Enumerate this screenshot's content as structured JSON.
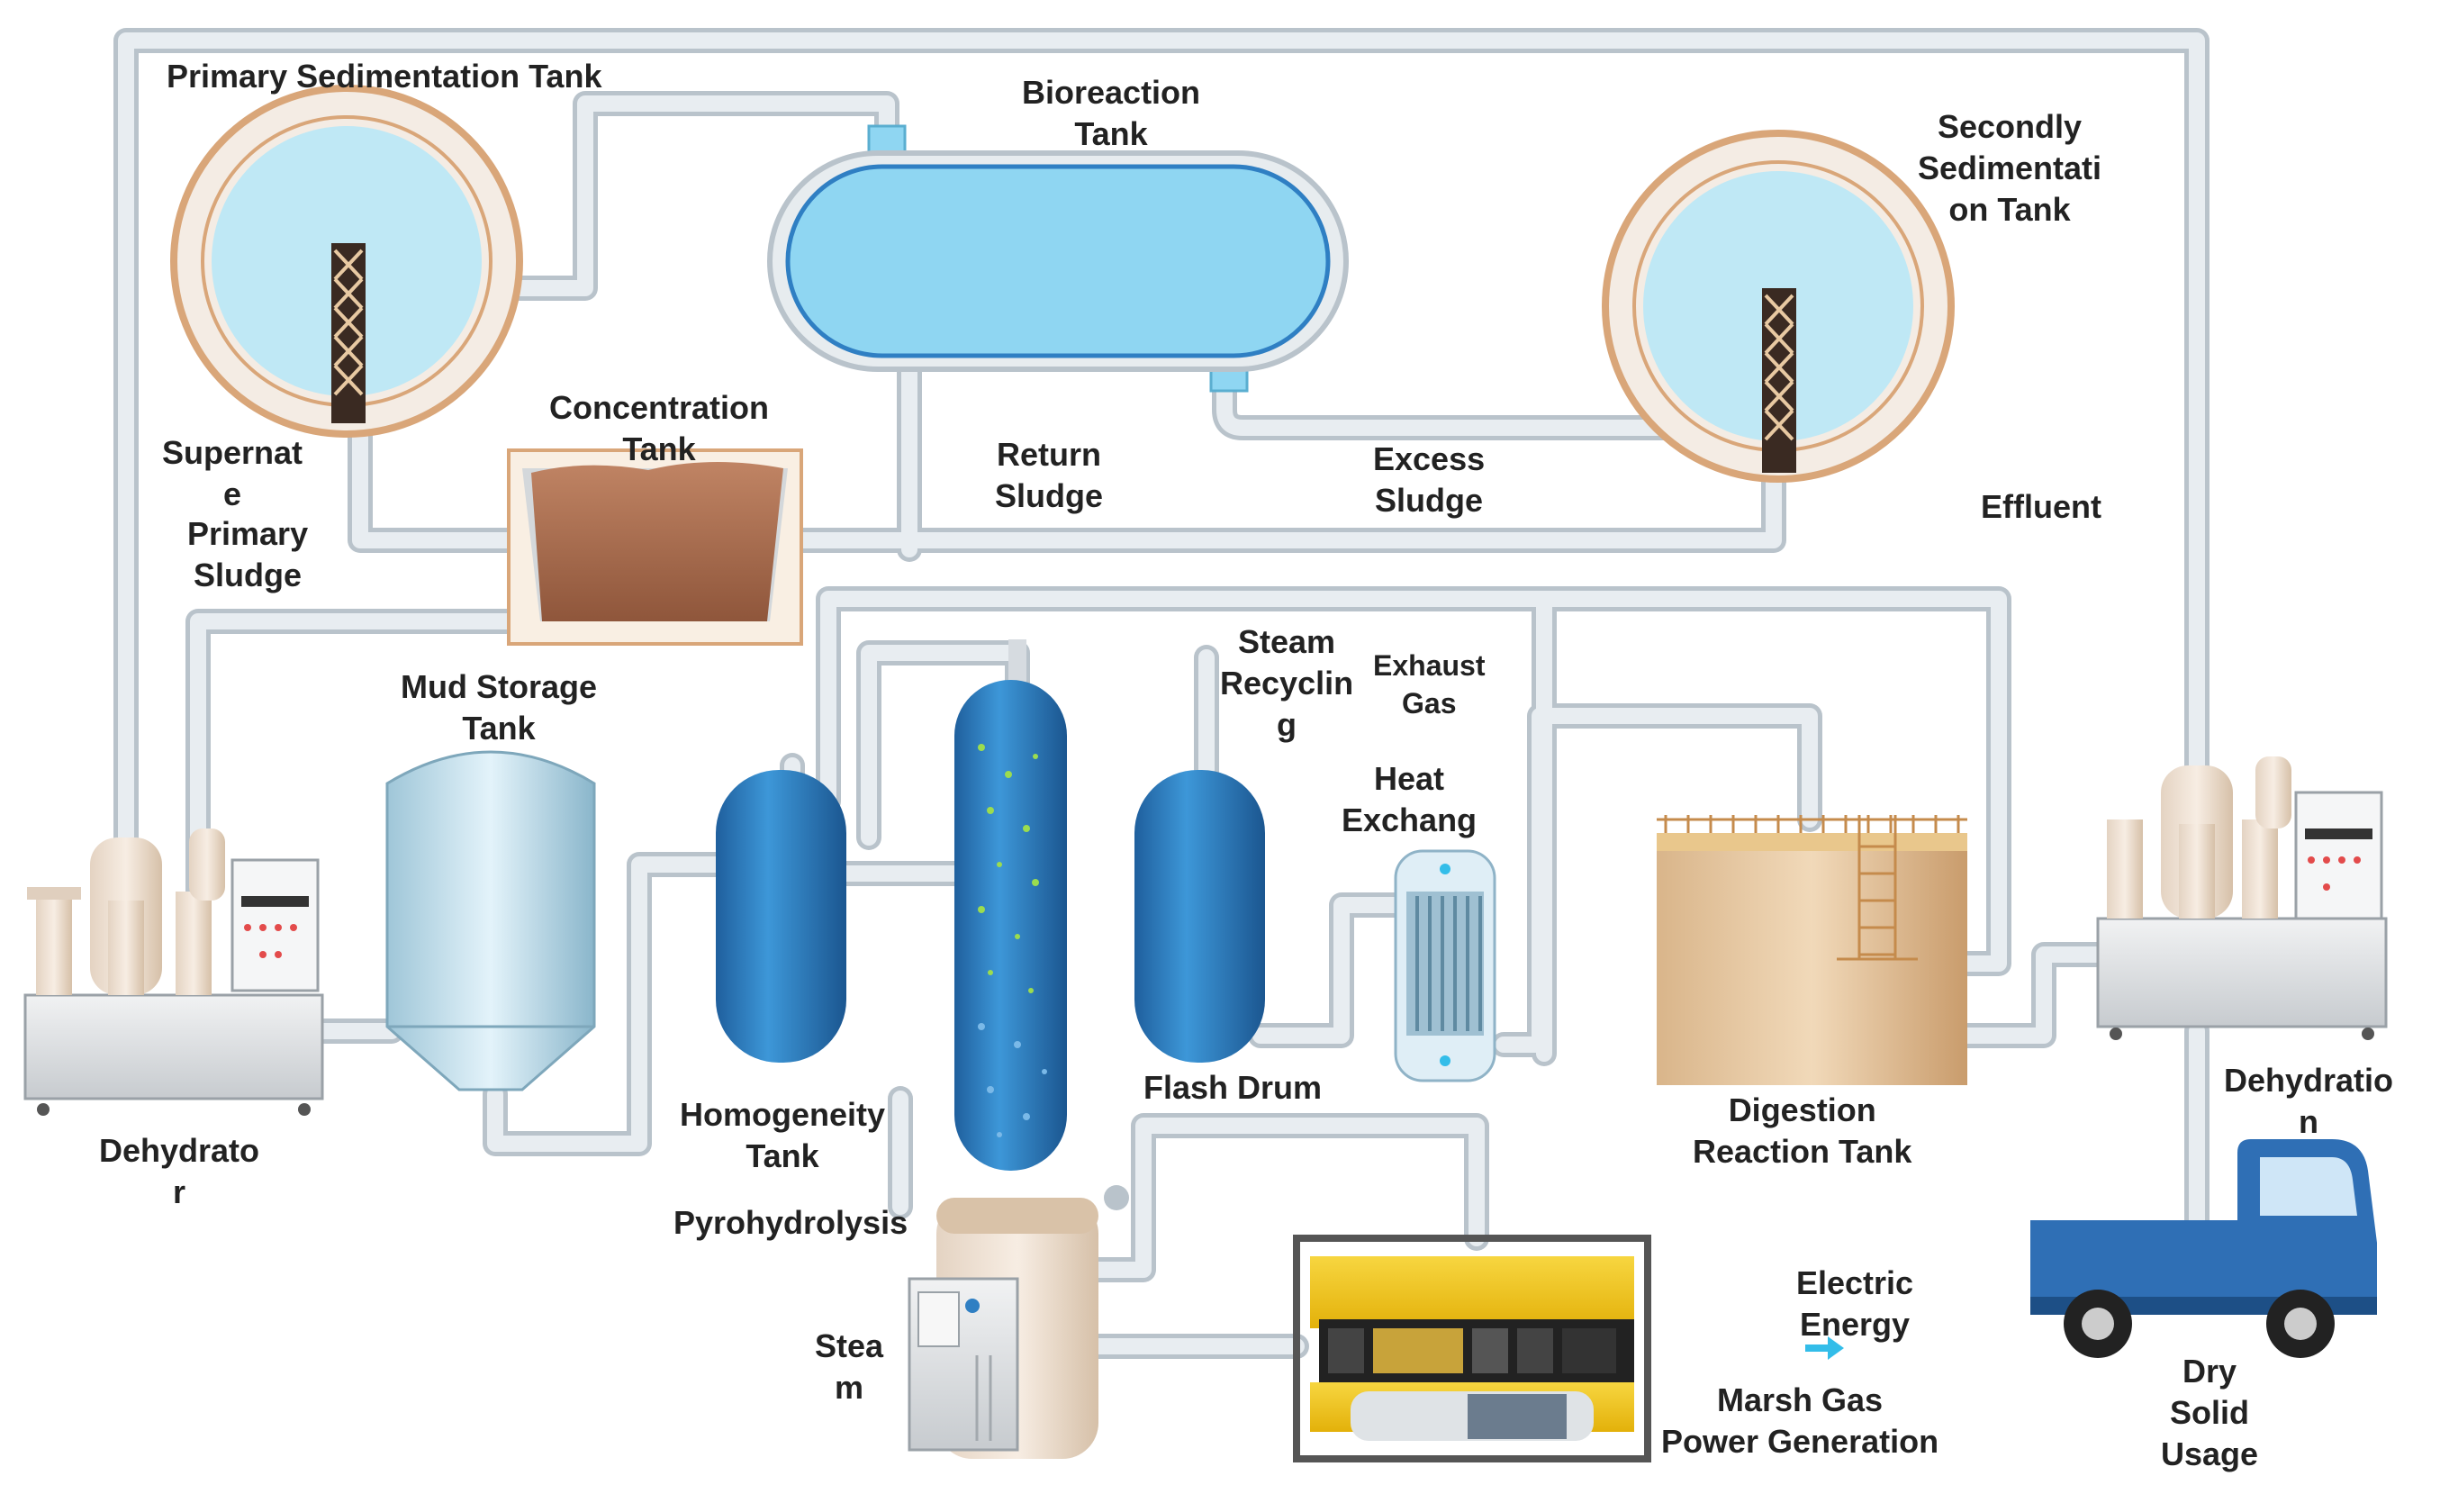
{
  "labels": {
    "primary_sedimentation_tank": [
      "Primary Sedimentation Tank"
    ],
    "bioreaction_tank": [
      "Bioreaction",
      "Tank"
    ],
    "secondly_sedimentation_tank": [
      "Secondly",
      "Sedimentati",
      "on Tank"
    ],
    "concentration_tank": [
      "Concentration",
      "Tank"
    ],
    "return_sludge": [
      "Return",
      "Sludge"
    ],
    "excess_sludge": [
      "Excess",
      "Sludge"
    ],
    "supernate": [
      "Supernat",
      "e"
    ],
    "primary_sludge": [
      "Primary",
      "Sludge"
    ],
    "effluent": [
      "Effluent"
    ],
    "mud_storage_tank": [
      "Mud Storage",
      "Tank"
    ],
    "steam_recycling": [
      "Steam",
      "Recyclin",
      "g"
    ],
    "exhaust_gas": [
      "Exhaust",
      "Gas"
    ],
    "heat_exchang": [
      "Heat",
      "Exchang"
    ],
    "homogeneity_tank": [
      "Homogeneity",
      "Tank"
    ],
    "flash_drum": [
      "Flash Drum"
    ],
    "digestion_reaction_tank": [
      "Digestion",
      "Reaction Tank"
    ],
    "dehydrator_left": [
      "Dehydrato",
      "r"
    ],
    "dehydration_right": [
      "Dehydratio",
      "n"
    ],
    "pyrohydrolysis": [
      "Pyrohydrolysis"
    ],
    "steam": [
      "Stea",
      "m"
    ],
    "electric_energy": [
      "Electric",
      "Energy"
    ],
    "marsh_gas_power_generation": [
      "Marsh Gas",
      "Power Generation"
    ],
    "dry_solid_usage": [
      "Dry",
      "Solid",
      "Usage"
    ]
  },
  "colors": {
    "pipe": "#e4e9ed",
    "pipe_outline": "#b9c3cb",
    "water": "#bfe8f5",
    "ring": "#f4ece4",
    "ring_border": "#d9a679",
    "bioreactor": "#8fd6f2",
    "blue_vessel": "#2f7fc3",
    "sludge": "#a76b4d",
    "digestion_tank": "#e8c9a2",
    "generator": "#f2c80f",
    "truck": "#2f6fb5",
    "electric_arrow": "#33bde9"
  }
}
